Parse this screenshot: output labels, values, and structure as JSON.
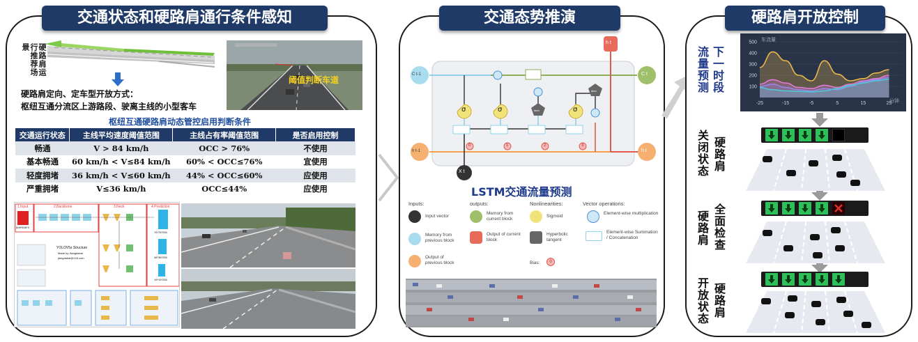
{
  "panels": {
    "left": {
      "title": "交通状态和硬路肩通行条件感知",
      "scene_label": "硬路肩运行推荐场景",
      "open_mode_line1": "硬路肩定向、定车型开放方式：",
      "open_mode_line2": "枢纽互通分流区上游路段、驶离主线的小型客车",
      "photo_caption": "阈值判断车道",
      "table_title": "枢纽互通硬路肩动态管控启用判断条件",
      "table": {
        "headers": [
          "交通运行状态",
          "主线平均速度阈值范围",
          "主线占有率阈值范围",
          "是否启用控制"
        ],
        "rows": [
          [
            "畅通",
            "V > 84 km/h",
            "OCC > 76%",
            "不使用"
          ],
          [
            "基本畅通",
            "60 km/h < V≤84 km/h",
            "60% < OCC≤76%",
            "宜使用"
          ],
          [
            "轻度拥堵",
            "36 km/h < V≤60 km/h",
            "44% < OCC≤60%",
            "应使用"
          ],
          [
            "严重拥堵",
            "V≤36 km/h",
            "OCC≤44%",
            "应使用"
          ]
        ]
      },
      "yolo": {
        "sec1": "1.Input",
        "sec2": "2.Backbone",
        "sec3": "3.Neck",
        "sec4": "4.Prediction",
        "struct_title": "YOLOV5s Structure",
        "struct_author": "Made by Jiangdabai",
        "struct_email": "jiangdabai@126.com",
        "input_size": "608*608*3",
        "out1": "76*76*255",
        "out2": "38*38*255",
        "out3": "19*19*255"
      }
    },
    "middle": {
      "title": "交通态势推演",
      "lstm_title": "LSTM交通流量预测",
      "diagram": {
        "c_prev": "C t-1",
        "c_t": "C t",
        "h_prev": "h t-1",
        "h_t": "h t",
        "h_top": "h t",
        "x_t": "X t",
        "sigma": "σ",
        "tanh": "tanh",
        "bias_labels": [
          "0",
          "1",
          "2",
          "3"
        ]
      },
      "legend": {
        "inputs_head": "Inputs:",
        "outputs_head": "outputs:",
        "nonlin_head": "Nonlinearities:",
        "vecop_head": "Vector operations:",
        "input_vector": "Input vector",
        "memory_prev": "Memory from previous block",
        "output_prev": "Output of previous block",
        "memory_cur": "Memory from current block",
        "output_cur": "Output of current block",
        "sigmoid": "Sigmoid",
        "hyper_tanh": "Hyperbolic tangent",
        "elem_mult": "Element-wise multiplication",
        "elem_sum": "Element-wise Summation / Concatenation",
        "bias": "Bias:",
        "bias_value": "0"
      }
    },
    "right": {
      "title": "硬路肩开放控制",
      "forecast_a": "流量预测",
      "forecast_b": "下一时段",
      "chart_unit": "车流量",
      "chart_xunit": "分钟",
      "state1_a": "关闭状态",
      "state1_b": "硬路肩",
      "state2_a": "硬路肩",
      "state2_b": "全面检查",
      "state3_a": "开放状态",
      "state3_b": "硬路肩"
    }
  },
  "chart_data": {
    "type": "area",
    "title": "",
    "ylabel": "车流量",
    "xlabel": "分钟",
    "x": [
      -25,
      -20,
      -15,
      -10,
      -5,
      0,
      5,
      10,
      15,
      20,
      25
    ],
    "xticks": [
      "-25",
      "-15",
      "-5",
      "5",
      "15",
      "25"
    ],
    "yticks": [
      "100",
      "200",
      "300",
      "400",
      "500"
    ],
    "ylim": [
      0,
      500
    ],
    "xlim": [
      -25,
      30
    ],
    "series": [
      {
        "color": "#e8b84a",
        "values": [
          270,
          410,
          330,
          200,
          150,
          330,
          210,
          150,
          170,
          220,
          250
        ]
      },
      {
        "color": "#e07ad6",
        "values": [
          120,
          160,
          130,
          90,
          80,
          110,
          90,
          120,
          150,
          170,
          200
        ]
      },
      {
        "color": "#9a86e8",
        "values": [
          100,
          120,
          90,
          70,
          60,
          80,
          70,
          100,
          140,
          160,
          180
        ]
      },
      {
        "color": "#4ec9d4",
        "values": [
          90,
          70,
          60,
          55,
          50,
          60,
          80,
          110,
          130,
          150,
          165
        ]
      }
    ]
  },
  "signals": {
    "closed": [
      "green-down",
      "green-down",
      "green-down",
      "green-down",
      "off"
    ],
    "check": [
      "green-down",
      "green-down",
      "green-down",
      "green-down",
      "red-x"
    ],
    "open": [
      "green-down",
      "green-down",
      "green-down",
      "green-down",
      "green-down"
    ]
  },
  "colors": {
    "title_bg": "#1f3a66",
    "signal_green": "#2fbf5a",
    "signal_red": "#e0302a",
    "lstm_orange": "#f5a04a",
    "lstm_cyan": "#8fd3ea",
    "lstm_olive": "#8fae5a",
    "lstm_red": "#e25a4a"
  }
}
